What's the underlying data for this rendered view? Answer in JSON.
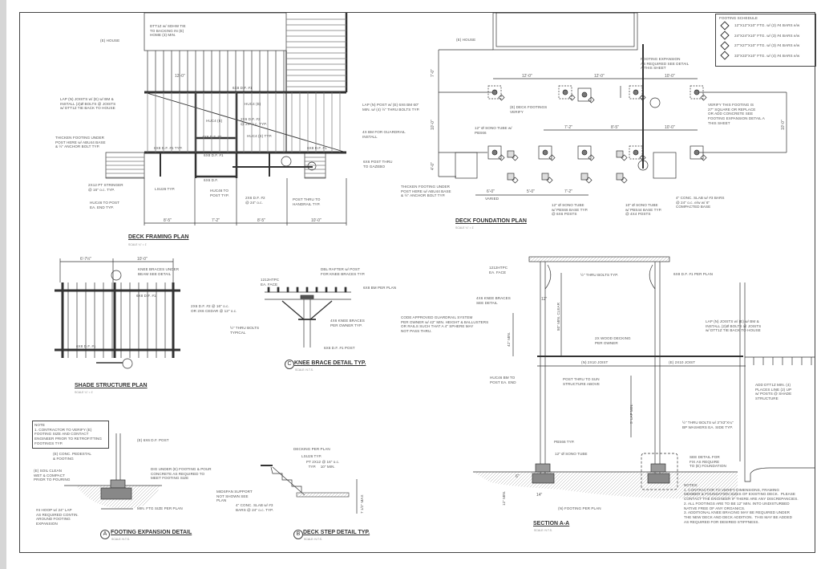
{
  "framing_plan": {
    "title": "DECK FRAMING PLAN",
    "scale": "SCALE ¼\" = 1'",
    "labels": [
      "DTT1Z w/ SDHW TIE\nTO BACKING IN (E)\nHOME (3) MIN.",
      "(E) HOUSE",
      "12'-0\"",
      "6X8 D.F. #1",
      "LAP (N) JOISTS w/ (E) w/ BM &\nINSTALL (2)Ø BOLTS @ JOISTS\nw/ DTT1Z TIE BACK TO HOUSE",
      "HUC4 (E)",
      "HUC4 (E)",
      "2X6 D.F. #2\n@ 24\" o.c. TYP.",
      "HUC4 (E) TYP.",
      "4X8 D.F. #1",
      "THICKEN FOOTING UNDER\nPOST HERE w/ ABU44 BASE\n& ½\" ANCHOR BOLT TYP.",
      "6X8 D.F. #1 TYP.",
      "6X8 D.F. #1",
      "6X8 D.F. #1",
      "LAP (N) POST w/ (E) 6X6 BM 60\"\nMIN. w/ (4) ½\" THRU BOLTS TYP.",
      "4X BM FOR GUARDRAIL\nINSTALL",
      "6X6 POST THRU\nTO GAZEBO",
      "2X12 PT STRINGER\n@ 16\" o.c. TYP.",
      "LSU26 TYP.",
      "HUC46 TO\nPOST TYP.",
      "6X6 D.F.",
      "2X6 D.F. #2\n@ 24\" o.c.",
      "POST THRU TO\nHANDRAIL TYP.",
      "HUC46 TO POST\nEA. END TYP."
    ],
    "dims": [
      "8'-5\"",
      "7'-2\"",
      "8'-5\"",
      "10'-0\""
    ]
  },
  "foundation_plan": {
    "title": "DECK FOUNDATION PLAN",
    "scale": "SCALE ¼\" = 1'",
    "schedule": {
      "title": "FOOTING SCHEDULE",
      "items": [
        "12\"X12\"X10\" FTG. w/ (2) #4 BARS e/w",
        "24\"X24\"X10\" FTG. w/ (3) #4 BARS e/w",
        "27\"X27\"X10\" FTG. w/ (3) #4 BARS e/w",
        "33\"X33\"X10\" FTG. w/ (4) #4 BARS e/w"
      ]
    },
    "labels": [
      "(E) HOUSE",
      "FOOTING EXPANSION\nAS REQUIRED SEE DETAIL\nA THIS SHEET",
      "(E) DECK FOOTINGS\nVERIFY",
      "VERIFY THIS FOOTING IS\n27\" SQUARE OR REPLACE\nOR ADD CONCRETE SEE\nFOOTING EXPANSION DETAIL A\nTHIS SHEET",
      "12\" Ø SONO TUBE w/\nPBS66",
      "THICKEN FOOTING UNDER\nPOST HERE w/ ABU44 BASE\n& ½\" ANCHOR BOLT TYP.",
      "VARIED",
      "12\" Ø SONO TUBE\nw/ PBS66 BASE TYP.\n@ 6X6 POSTS",
      "10\" Ø SONO TUBE\nw/ PBS44 BASE TYP.\n@ 4X4 POSTS",
      "4\" CONC. SLAB w/ #3 BARS\n@ 24\" o.c. e/w w/ 6\"\nCOMPACTED BASE"
    ],
    "dims": [
      "12'-0\"",
      "12'-0\"",
      "10'-0\"",
      "7'-2\"",
      "8'-5\"",
      "10'-0\"",
      "6'-0\"",
      "5'-0\"",
      "7'-2\"",
      "7'-0\"",
      "10'-0\"",
      "4'-0\"",
      "10'-0\""
    ]
  },
  "shade_plan": {
    "title": "SHADE STRUCTURE PLAN",
    "scale": "SCALE ¼\" = 1'",
    "labels": [
      "KNEE BRACES UNDER\nBEAM SEE DETAIL",
      "6X8 D.F. #1",
      "2X6 D.F. #2 @ 16\" o.c.\nOR 2X6 CEDAR @ 12\" o.c.",
      "6X8 D.F. #1"
    ],
    "dims": [
      "6'-7½\"",
      "10'-0\""
    ]
  },
  "knee_brace": {
    "marker": "C",
    "title": "KNEE BRACE DETAIL TYP.",
    "scale": "SCALE: N.T.S.",
    "labels": [
      "DBL RAFTER w/ POST\nFOR KNEE BRACES TYP.",
      "1212HTPC\nEA. FACE",
      "6X8 BM PER PLAN",
      "4X6 KNEE BRACES\nPER OWNER TYP.",
      "½\" THRU BOLTS\nTYPICAL",
      "6X6 D.F. #1 POST"
    ]
  },
  "footing_expansion": {
    "marker": "A",
    "title": "FOOTING EXPANSION DETAIL",
    "scale": "SCALE: N.T.S.",
    "note": "NOTE\n1. CONTRACTOR TO VERIFY (E)\nFOOTING SIZE AND CONTACT\nENGINEER PRIOR TO RETROFITTING\nFOOTINGS TYP.",
    "labels": [
      "(E) 6X6 D.F. POST",
      "(E) CONC. PEDESTAL\n& FOOTING",
      "(E) SOIL CLEAN\nWET & COMPACT\nPRIOR TO POURING",
      "DIG UNDER (E) FOOTING & POUR\nCONCRETE AS REQUIRED TO\nMEET FOOTING SIZE",
      "MIN. FTG SIZE PER PLAN",
      "#4 HOOP w/ 24\" LAP\nAS REQUIRED CONTIN.\nAROUND FOOTING\nEXPANSION"
    ]
  },
  "deck_step": {
    "marker": "B",
    "title": "DECK STEP DETAIL TYP.",
    "scale": "SCALE: N.T.S.",
    "labels": [
      "DECKING PER PLAN",
      "LSU26 TYP.",
      "PT 2X12 @ 16\" o.c.\n  TYP.    10\" MIN.",
      "MIDSPAN SUPPORT\nNOT SHOWN SEE\nPLAN",
      "4\" CONC. SLAB w/ #3\nBARS @ 24\" o.c. TYP.",
      "7 1/2\" MAX"
    ]
  },
  "section": {
    "title": "SECTION A-A",
    "scale": "SCALE: N.T.S.",
    "labels": [
      "1212HTPC\nEA. FACE",
      "½\" THRU BOLTS TYP.",
      "6X8 D.F. #1 PER PLAN",
      "4X6 KNEE BRACES\nSEE DETAIL",
      "CODE APPROVED GUARDRAIL SYSTEM\nPER OWNER w/ 42\" MIN. HEIGHT & BALLUSTERS\nOR RAILS SUCH THAT A 4\" SPHERE MAY\nNOT PASS THRU.",
      "LAP (N) JOISTS w/ (E) w/ BM &\nINSTALL (2)Ø BOLTS @ JOISTS\nw/ DTT1Z TIE BACK TO HOUSE",
      "2X WOOD DECKING\nPER OWNER",
      "(N) 2X10 JOIST",
      "(E) 2X10 JOIST",
      "HUC46 BM TO\nPOST EA. END",
      "POST THRU TO SUN\nSTRUCTURE ABOVE",
      "ADD DTT1Z MIN. (4)\nPLACES LINE (2) UP\nw/ POSTS @ SHADE\nSTRUCTURE",
      "½\" THRU BOLTS w/ 3\"X3\"X¼\"\nBP WASHERS EA. SIDE TYP.",
      "PBS66 TYP.",
      "12\" Ø SONO TUBE",
      "SEE DETAIL FOR\nFIX AS REQUIRE\nTO (E) FOUNDATION",
      "(N) FOOTING PER PLAN"
    ],
    "dims": [
      "12\"",
      "80\" MIN. CLEAR",
      "42\" MIN.",
      "5' LAP MIN.",
      "6\"",
      "14\"",
      "12\" MIN."
    ],
    "notes": "NOTES:\n1. CONTRACTOR TO VERIFY DIMENSIONS, FRAMING\nMEMBER & FOUNDATION SIZES OF EXISTING DECK.  PLEASE\nCONTACT THE ENGINEER IF THERE ARE ANY DISCREPANCIES.\n2. ALL FOOTINGS ARE TO BE 12\" MIN. INTO UNDISTURBED\nNATIVE FREE OF ANY ORGANICS.\n3. ADDITIONAL KNEE BRACING MAY BE REQUIRED UNDER\nTHE NEW DECK AND DECK ADDITION.  THIS MAY BE ADDED\nAS REQUIRED FOR DESIRED STIFFNESS."
  }
}
